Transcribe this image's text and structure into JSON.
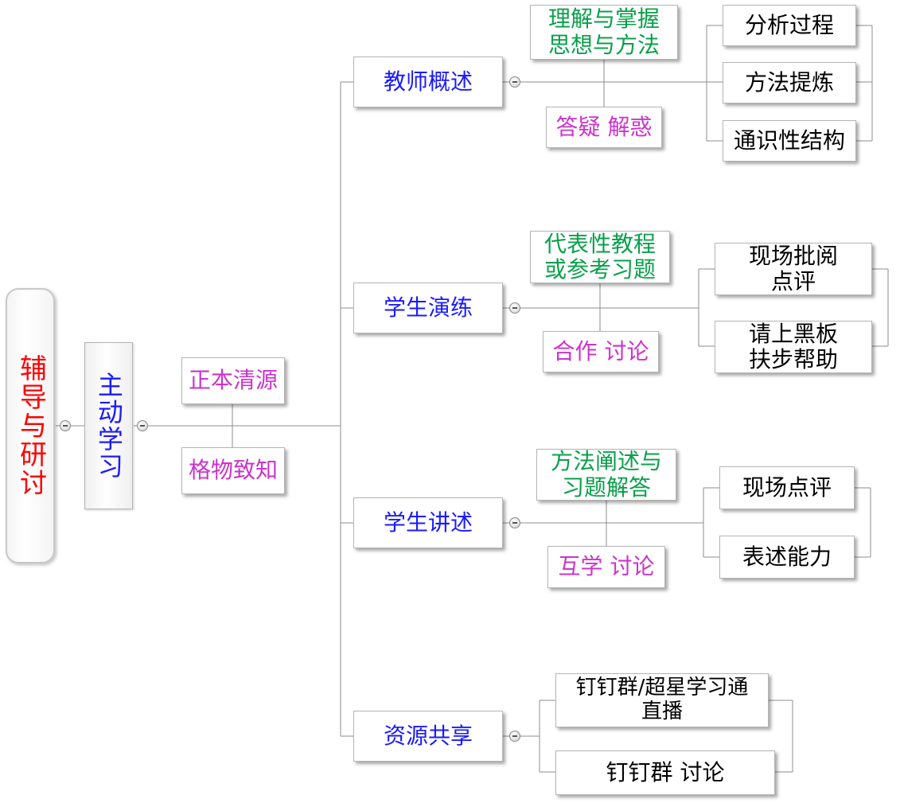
{
  "colors": {
    "red": "#ff0000",
    "blue": "#1a1aff",
    "magenta": "#cc33cc",
    "green": "#0aa04a",
    "black": "#000000",
    "line": "#8c8c8c"
  },
  "root": {
    "label": "辅导与研讨",
    "color": "#ff0000"
  },
  "level1": {
    "label": "主动学习",
    "color": "#1a1aff"
  },
  "principles": [
    {
      "label": "正本清源",
      "color": "#cc33cc"
    },
    {
      "label": "格物致知",
      "color": "#cc33cc"
    }
  ],
  "branches": [
    {
      "label": "教师概述",
      "color": "#1a1aff",
      "upper": "理解与掌握\n思想与方法",
      "upper_color": "#0aa04a",
      "lower": "答疑  解惑",
      "lower_color": "#cc33cc",
      "leaves": [
        "分析过程",
        "方法提炼",
        "通识性结构"
      ]
    },
    {
      "label": "学生演练",
      "color": "#1a1aff",
      "upper": "代表性教程\n或参考习题",
      "upper_color": "#0aa04a",
      "lower": "合作  讨论",
      "lower_color": "#cc33cc",
      "leaves": [
        "现场批阅\n点评",
        "请上黑板\n扶步帮助"
      ]
    },
    {
      "label": "学生讲述",
      "color": "#1a1aff",
      "upper": "方法阐述与\n习题解答",
      "upper_color": "#0aa04a",
      "lower": "互学  讨论",
      "lower_color": "#cc33cc",
      "leaves": [
        "现场点评",
        "表述能力"
      ]
    },
    {
      "label": "资源共享",
      "color": "#1a1aff",
      "leaves": [
        "钉钉群/超星学习通\n直播",
        "钉钉群  讨论"
      ]
    }
  ]
}
